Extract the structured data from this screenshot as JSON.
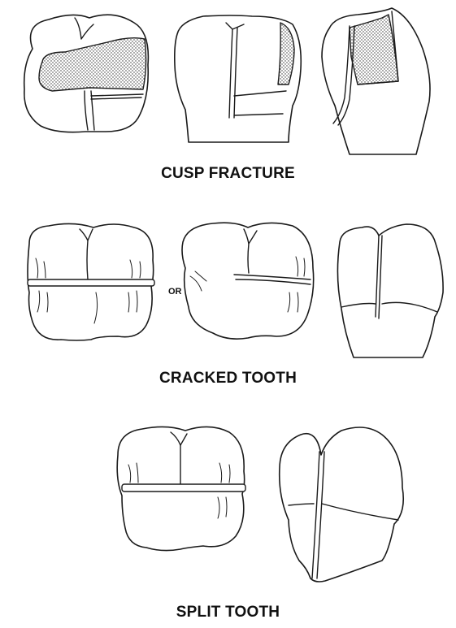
{
  "sections": [
    {
      "caption": "CUSP FRACTURE"
    },
    {
      "caption": "CRACKED TOOTH",
      "connector": "OR"
    },
    {
      "caption": "SPLIT TOOTH"
    }
  ]
}
